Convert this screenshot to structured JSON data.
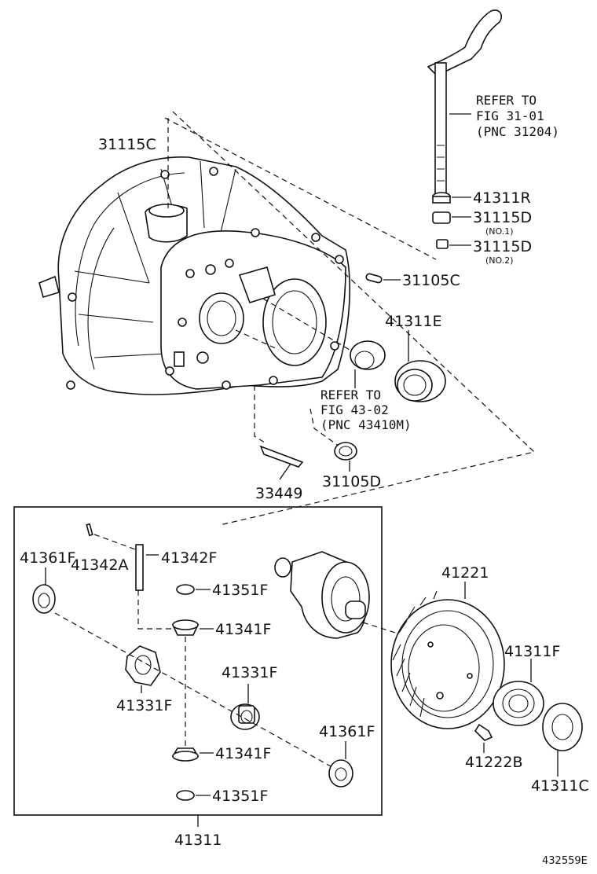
{
  "labels": {
    "l31115C": "31115C",
    "l41311R": "41311R",
    "l31115D_1": "31115D",
    "no1": "(NO.1)",
    "l31115D_2": "31115D",
    "no2": "(NO.2)",
    "l31105C": "31105C",
    "l41311E": "41311E",
    "l33449": "33449",
    "l31105D": "31105D",
    "l41361F_a": "41361F",
    "l41342A": "41342A",
    "l41342F": "41342F",
    "l41351F_a": "41351F",
    "l41341F_a": "41341F",
    "l41331F_a": "41331F",
    "l41331F_b": "41331F",
    "l41361F_b": "41361F",
    "l41341F_b": "41341F",
    "l41351F_b": "41351F",
    "l41311": "41311",
    "l41221": "41221",
    "l41311F": "41311F",
    "l41222B": "41222B",
    "l41311C": "41311C"
  },
  "refer1": {
    "line1": "REFER TO",
    "line2": "FIG 31-01",
    "line3": "(PNC 31204)"
  },
  "refer2": {
    "line1": "REFER TO",
    "line2": "FIG 43-02",
    "line3": "(PNC 43410M)"
  },
  "diagram_code": "432559E"
}
